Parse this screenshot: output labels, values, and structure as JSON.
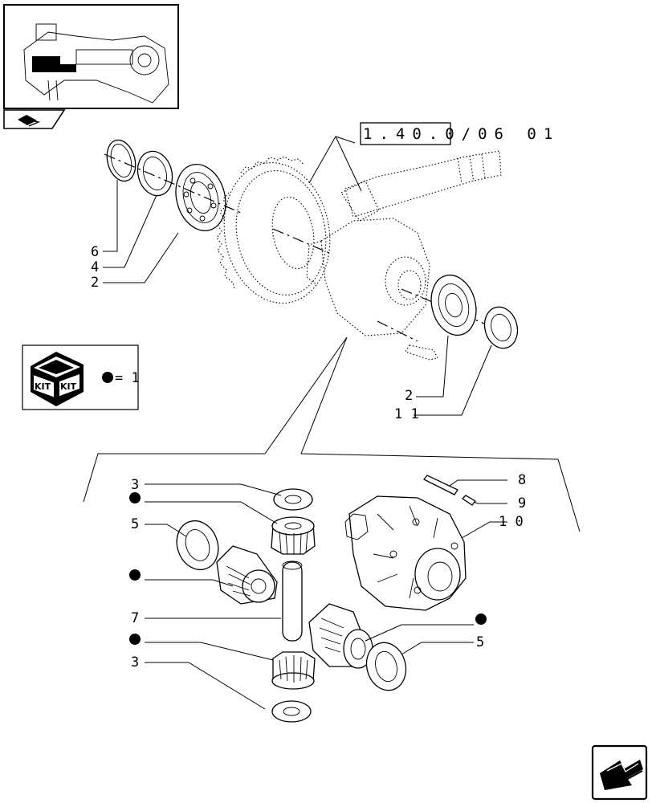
{
  "reference": "1.40.0/06 01",
  "kit_legend": {
    "kit_label": "KIT",
    "equals_text": "= 1"
  },
  "callouts": {
    "upper": [
      "6",
      "4",
      "2",
      "2",
      "1 1"
    ],
    "lower_left": [
      "3",
      "5",
      "7",
      "3"
    ],
    "lower_right": [
      "8",
      "9",
      "1 0",
      "5"
    ]
  }
}
